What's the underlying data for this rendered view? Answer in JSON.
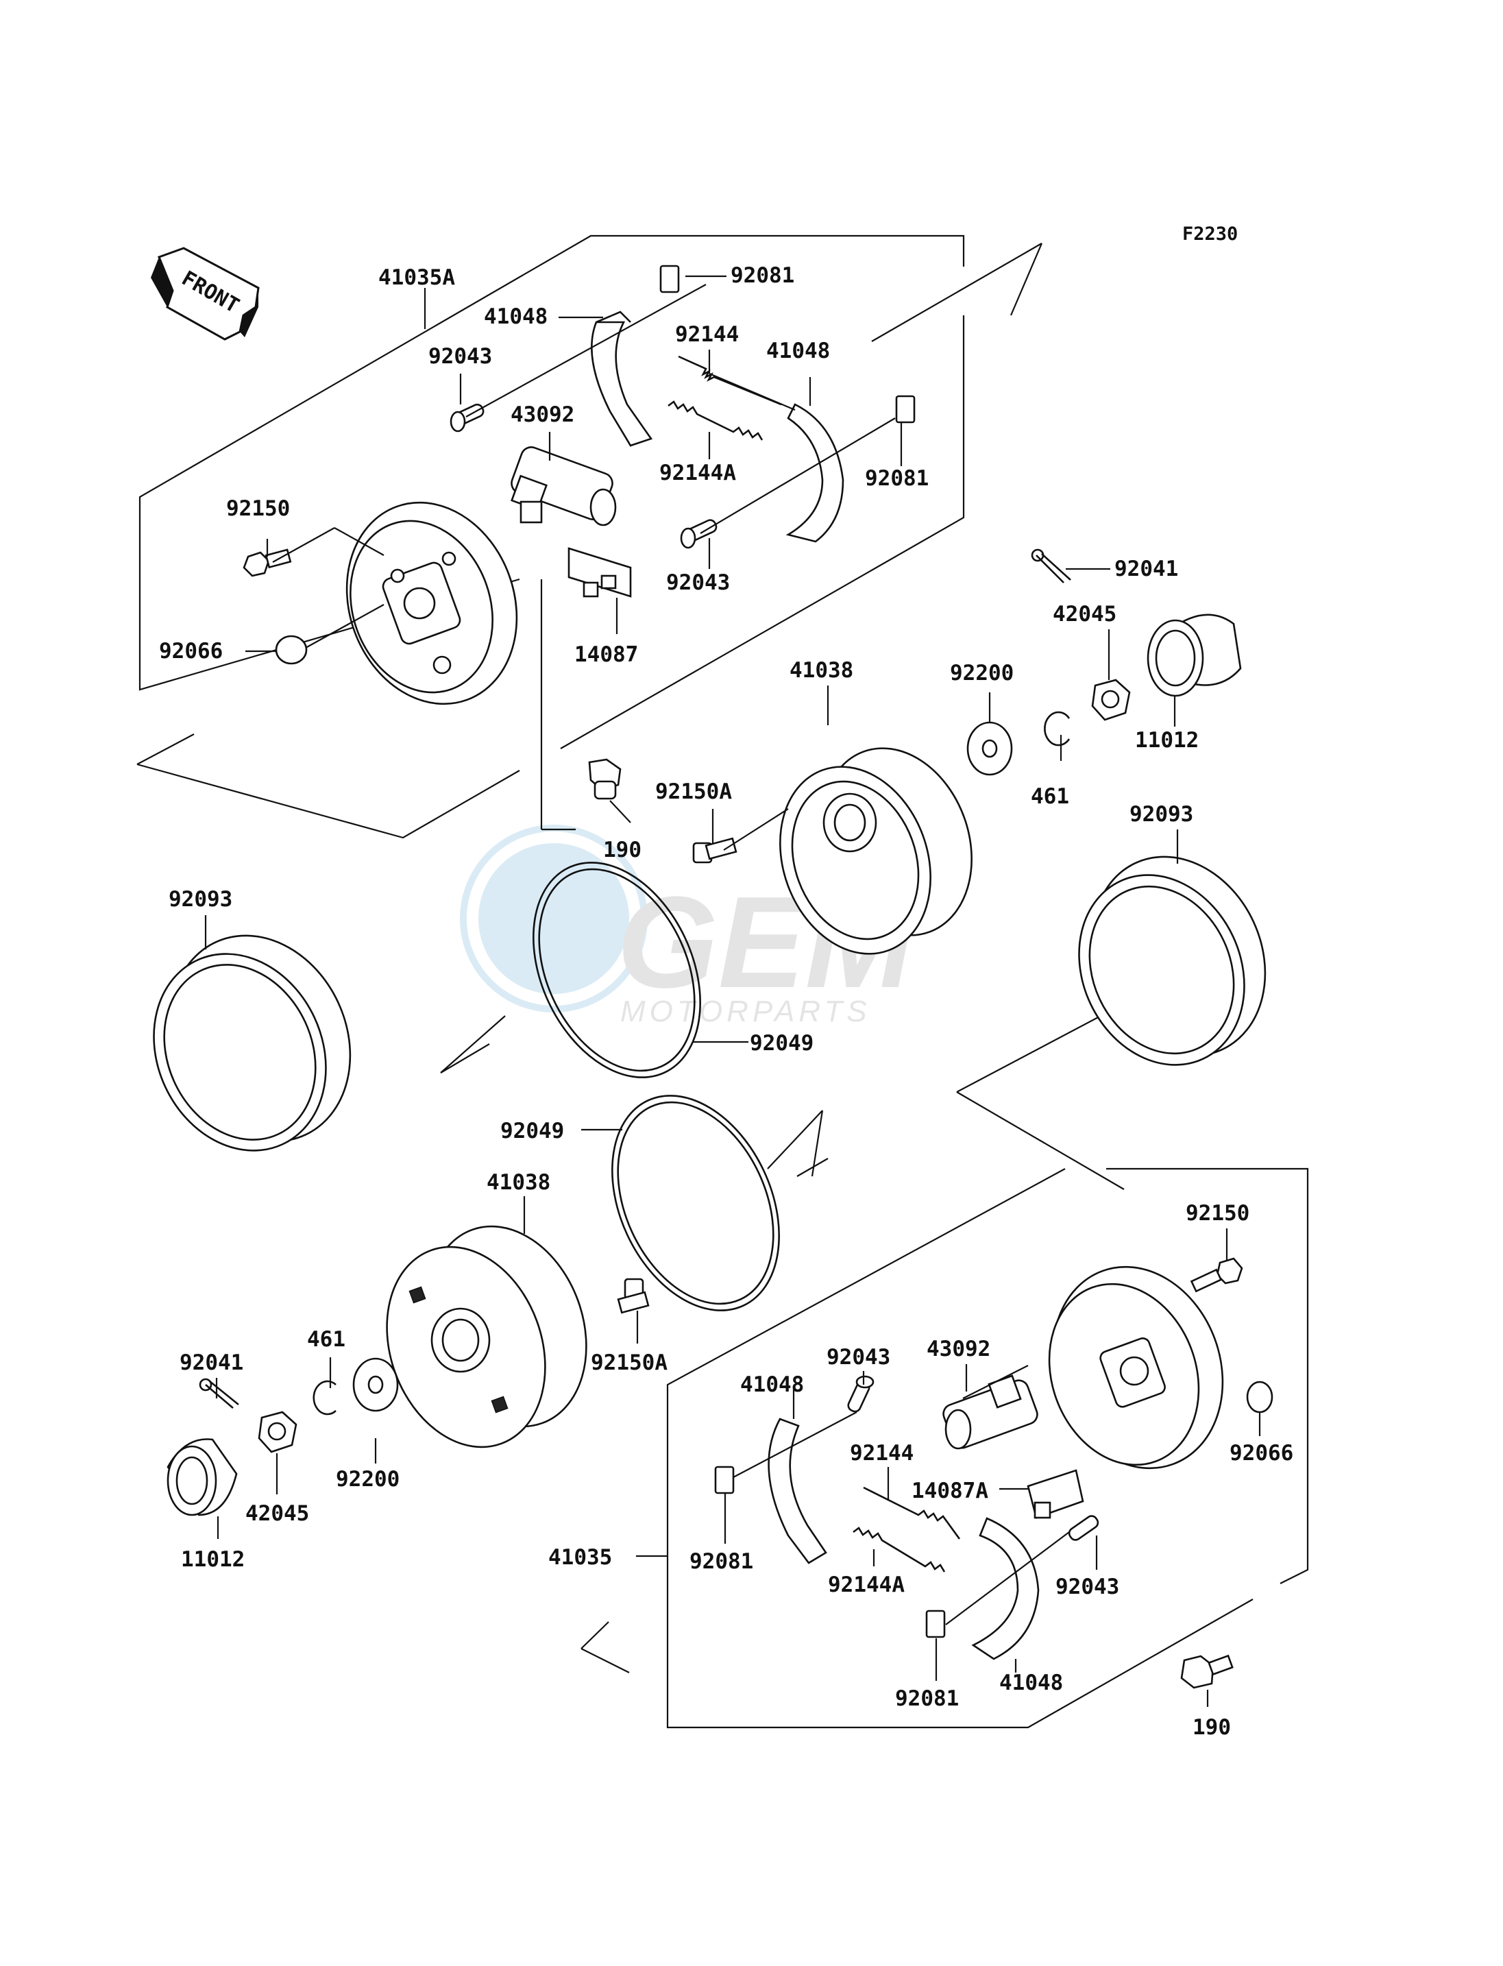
{
  "figure_code": "F2230",
  "front_arrow_text": "FRONT",
  "watermark": {
    "brand": "GEM",
    "sub": "MOTORPARTS"
  },
  "labels": {
    "l41035A": "41035A",
    "l41048_a": "41048",
    "l92081_a": "92081",
    "l92043_a": "92043",
    "l92144_a": "92144",
    "l41048_b": "41048",
    "l43092_a": "43092",
    "l92144A_a": "92144A",
    "l92081_b": "92081",
    "l92150_a": "92150",
    "l92043_b": "92043",
    "l92041_a": "92041",
    "l42045_a": "42045",
    "l92066_a": "92066",
    "l14087": "14087",
    "l41038_a": "41038",
    "l92200_a": "92200",
    "l11012_a": "11012",
    "l92150A_a": "92150A",
    "l461_a": "461",
    "l92093_a": "92093",
    "l190_a": "190",
    "l92093_b": "92093",
    "l92049_a": "92049",
    "l92049_b": "92049",
    "l41038_b": "41038",
    "l92150_b": "92150",
    "l92041_b": "92041",
    "l461_b": "461",
    "l92150A_b": "92150A",
    "l92043_c": "92043",
    "l43092_b": "43092",
    "l41048_c": "41048",
    "l92066_b": "92066",
    "l92200_b": "92200",
    "l42045_b": "42045",
    "l92144_b": "92144",
    "l14087A": "14087A",
    "l11012_b": "11012",
    "l41035": "41035",
    "l92081_c": "92081",
    "l92144A_b": "92144A",
    "l92043_d": "92043",
    "l92081_d": "92081",
    "l41048_d": "41048",
    "l190_b": "190"
  }
}
